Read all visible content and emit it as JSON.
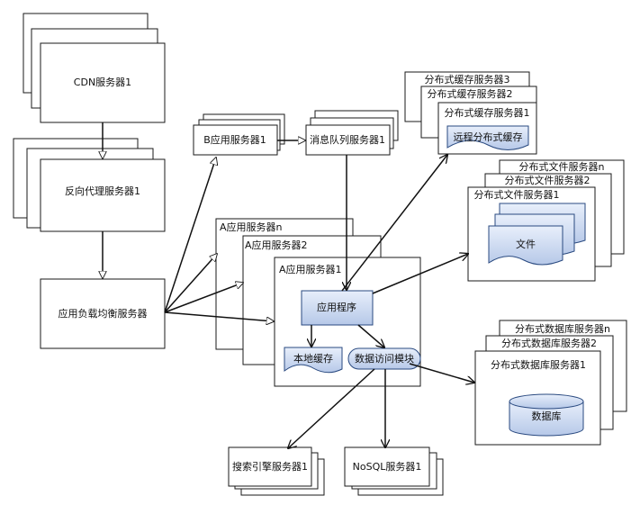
{
  "cdn": {
    "label": "CDN服务器1"
  },
  "reverse_proxy": {
    "label": "反向代理服务器1"
  },
  "load_balancer": {
    "label": "应用负载均衡服务器"
  },
  "b_app": {
    "label": "B应用服务器1"
  },
  "message_queue": {
    "label": "消息队列服务器1"
  },
  "cache_cluster": {
    "labels": [
      "分布式缓存服务器3",
      "分布式缓存服务器2",
      "分布式缓存服务器1"
    ],
    "inner_label": "远程分布式缓存"
  },
  "file_cluster": {
    "labels": [
      "分布式文件服务器n",
      "分布式文件服务器2",
      "分布式文件服务器1"
    ],
    "inner_label": "文件"
  },
  "a_app_cluster": {
    "labels": [
      "A应用服务器n",
      "A应用服务器2",
      "A应用服务器1"
    ],
    "app_program": "应用程序",
    "local_cache": "本地缓存",
    "data_access": "数据访问模块"
  },
  "db_cluster": {
    "labels": [
      "分布式数据库服务器n",
      "分布式数据库服务器2",
      "分布式数据库服务器1"
    ],
    "inner_label": "数据库"
  },
  "search_engine": {
    "label": "搜索引擎服务器1"
  },
  "nosql": {
    "label": "NoSQL服务器1"
  },
  "colors": {
    "accent_fill_top": "#e8effb",
    "accent_fill_bottom": "#b6c8e8",
    "accent_stroke": "#2a4a80",
    "line": "#111111"
  }
}
